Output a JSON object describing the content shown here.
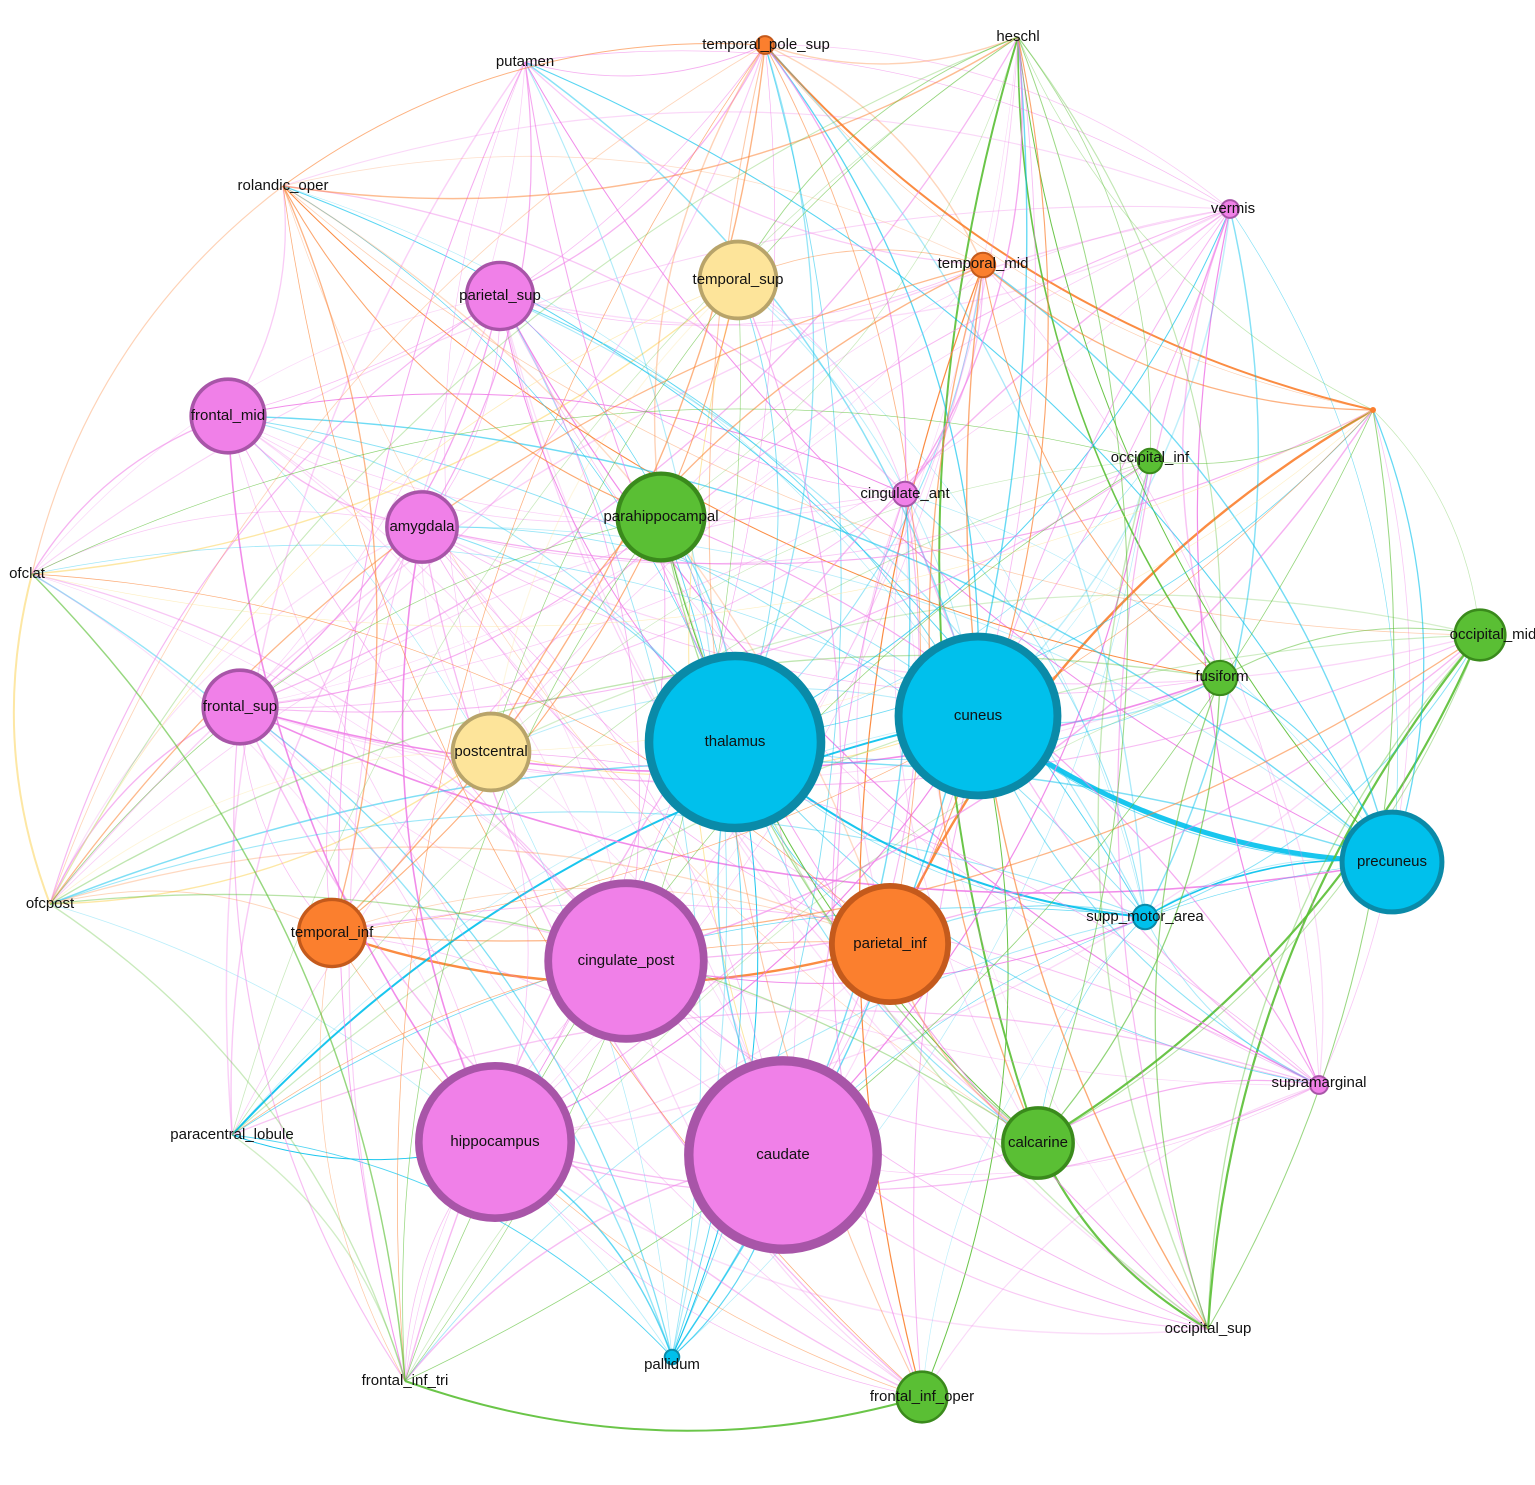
{
  "diagram": {
    "type": "network-graph",
    "colors": {
      "blue": "#00c0ec",
      "blue_stroke": "#0a8aa8",
      "pink": "#f080e8",
      "pink_stroke": "#a855a8",
      "orange": "#fb7f2e",
      "orange_stroke": "#c45a1c",
      "green": "#5abf34",
      "green_stroke": "#3a8a1c",
      "yellow": "#fde49a",
      "yellow_stroke": "#b8a46a"
    },
    "nodes": [
      {
        "id": "thalamus",
        "label": "thalamus",
        "group": "blue",
        "size": 10
      },
      {
        "id": "cuneus",
        "label": "cuneus",
        "group": "blue",
        "size": 9.2
      },
      {
        "id": "precuneus",
        "label": "precuneus",
        "group": "blue",
        "size": 5.6
      },
      {
        "id": "supp_motor_area",
        "label": "supp_motor_area",
        "group": "blue",
        "size": 1
      },
      {
        "id": "pallidum",
        "label": "pallidum",
        "group": "blue",
        "size": 0.4
      },
      {
        "id": "caudate",
        "label": "caudate",
        "group": "pink",
        "size": 11
      },
      {
        "id": "cingulate_post",
        "label": "cingulate_post",
        "group": "pink",
        "size": 9
      },
      {
        "id": "hippocampus",
        "label": "hippocampus",
        "group": "pink",
        "size": 8.8
      },
      {
        "id": "frontal_mid",
        "label": "frontal_mid",
        "group": "pink",
        "size": 4
      },
      {
        "id": "frontal_sup",
        "label": "frontal_sup",
        "group": "pink",
        "size": 4
      },
      {
        "id": "amygdala",
        "label": "amygdala",
        "group": "pink",
        "size": 3.8
      },
      {
        "id": "parietal_sup",
        "label": "parietal_sup",
        "group": "pink",
        "size": 3.6
      },
      {
        "id": "cingulate_ant",
        "label": "cingulate_ant",
        "group": "pink",
        "size": 1
      },
      {
        "id": "vermis",
        "label": "vermis",
        "group": "pink",
        "size": 0.6
      },
      {
        "id": "supramarginal",
        "label": "supramarginal",
        "group": "pink",
        "size": 0.6
      },
      {
        "id": "putamen",
        "label": "putamen",
        "group": "pink",
        "size": 0
      },
      {
        "id": "parietal_inf",
        "label": "parietal_inf",
        "group": "orange",
        "size": 6.6
      },
      {
        "id": "temporal_inf",
        "label": "temporal_inf",
        "group": "orange",
        "size": 3.6
      },
      {
        "id": "temporal_mid",
        "label": "temporal_mid",
        "group": "orange",
        "size": 1
      },
      {
        "id": "temporal_pole_sup",
        "label": "temporal_pole_sup",
        "group": "orange",
        "size": 0.6
      },
      {
        "id": "rolandic_oper",
        "label": "rolandic_oper",
        "group": "orange",
        "size": 0
      },
      {
        "id": "parahippocampal",
        "label": "parahippocampal",
        "group": "green",
        "size": 4.8
      },
      {
        "id": "calcarine",
        "label": "calcarine",
        "group": "green",
        "size": 3.8
      },
      {
        "id": "occipital_mid",
        "label": "occipital_mid",
        "group": "green",
        "size": 2.6
      },
      {
        "id": "frontal_inf_oper",
        "label": "frontal_inf_oper",
        "group": "green",
        "size": 2.6
      },
      {
        "id": "fusiform",
        "label": "fusiform",
        "group": "green",
        "size": 1.6
      },
      {
        "id": "occipital_inf",
        "label": "occipital_inf",
        "group": "green",
        "size": 1
      },
      {
        "id": "heschl",
        "label": "heschl",
        "group": "green",
        "size": 0
      },
      {
        "id": "occipital_sup",
        "label": "occipital_sup",
        "group": "green",
        "size": 0
      },
      {
        "id": "frontal_inf_tri",
        "label": "frontal_inf_tri",
        "group": "green",
        "size": 0
      },
      {
        "id": "temporal_sup",
        "label": "temporal_sup",
        "group": "yellow",
        "size": 4.2
      },
      {
        "id": "postcentral",
        "label": "postcentral",
        "group": "yellow",
        "size": 4.2
      },
      {
        "id": "ofclat",
        "label": "ofclat",
        "group": "yellow",
        "size": 0
      },
      {
        "id": "ofcpost",
        "label": "ofcpost",
        "group": "yellow",
        "size": 0
      },
      {
        "id": "paracentral_lobule",
        "label": "paracentral_lobule",
        "group": "blue",
        "size": 0
      }
    ],
    "edges": [
      {
        "source": "cuneus",
        "target": "precuneus",
        "weight": 5
      },
      {
        "source": "calcarine",
        "target": "occipital_sup",
        "weight": 2.2
      },
      {
        "source": "calcarine",
        "target": "occipital_mid",
        "weight": 2.2
      },
      {
        "source": "occipital_mid",
        "target": "occipital_sup",
        "weight": 2.2
      },
      {
        "source": "frontal_inf_tri",
        "target": "frontal_inf_oper",
        "weight": 2
      },
      {
        "source": "temporal_pole_sup",
        "target": "cingulate_mid",
        "weight": 2
      },
      {
        "source": "cingulate_mid",
        "target": "parietal_inf",
        "weight": 2.4
      },
      {
        "source": "temporal_inf",
        "target": "parietal_inf",
        "weight": 2.4
      },
      {
        "source": "heschl",
        "target": "calcarine",
        "weight": 2
      },
      {
        "source": "heschl",
        "target": "fusiform",
        "weight": 1.6
      },
      {
        "source": "thalamus",
        "target": "supp_motor_area",
        "weight": 2
      },
      {
        "source": "cuneus",
        "target": "paracentral_lobule",
        "weight": 2
      },
      {
        "source": "precuneus",
        "target": "supp_motor_area",
        "weight": 1.6
      },
      {
        "source": "frontal_sup",
        "target": "precuneus",
        "weight": 1.6
      },
      {
        "source": "frontal_sup",
        "target": "fusiform",
        "weight": 1.6
      },
      {
        "source": "ofclat",
        "target": "ofcpost",
        "weight": 2
      },
      {
        "source": "ofclat",
        "target": "temporal_sup",
        "weight": 1.4
      },
      {
        "source": "ofcpost",
        "target": "postcentral",
        "weight": 1.4
      },
      {
        "source": "frontal_mid",
        "target": "hippocampus",
        "weight": 1.6
      },
      {
        "source": "amygdala",
        "target": "hippocampus",
        "weight": 1.6
      },
      {
        "source": "vermis",
        "target": "supramarginal",
        "weight": 1.2
      },
      {
        "source": "parietal_sup",
        "target": "supramarginal",
        "weight": 1.2
      },
      {
        "source": "temporal_mid",
        "target": "frontal_inf_oper",
        "weight": 1.2
      },
      {
        "source": "hippocampus",
        "target": "cuneus",
        "weight": 1.2
      },
      {
        "source": "caudate",
        "target": "occipital_inf",
        "weight": 1.2
      },
      {
        "source": "cingulate_ant",
        "target": "frontal_mid",
        "weight": 1
      },
      {
        "source": "putamen",
        "target": "precuneus",
        "weight": 1
      },
      {
        "source": "rolandic_oper",
        "target": "fusiform",
        "weight": 1
      },
      {
        "source": "parietal_sup",
        "target": "thalamus",
        "weight": 1
      },
      {
        "source": "parahippocampal",
        "target": "calcarine",
        "weight": 1
      },
      {
        "source": "postcentral",
        "target": "cuneus",
        "weight": 1
      },
      {
        "source": "temporal_sup",
        "target": "caudate",
        "weight": 1
      },
      {
        "source": "heschl",
        "target": "precuneus",
        "weight": 1
      },
      {
        "source": "frontal_inf_oper",
        "target": "cuneus",
        "weight": 1
      },
      {
        "source": "pallidum",
        "target": "thalamus",
        "weight": 1
      },
      {
        "source": "paracentral_lobule",
        "target": "hippocampus",
        "weight": 1
      },
      {
        "source": "cingulate_post",
        "target": "supp_motor_area",
        "weight": 1
      }
    ]
  }
}
